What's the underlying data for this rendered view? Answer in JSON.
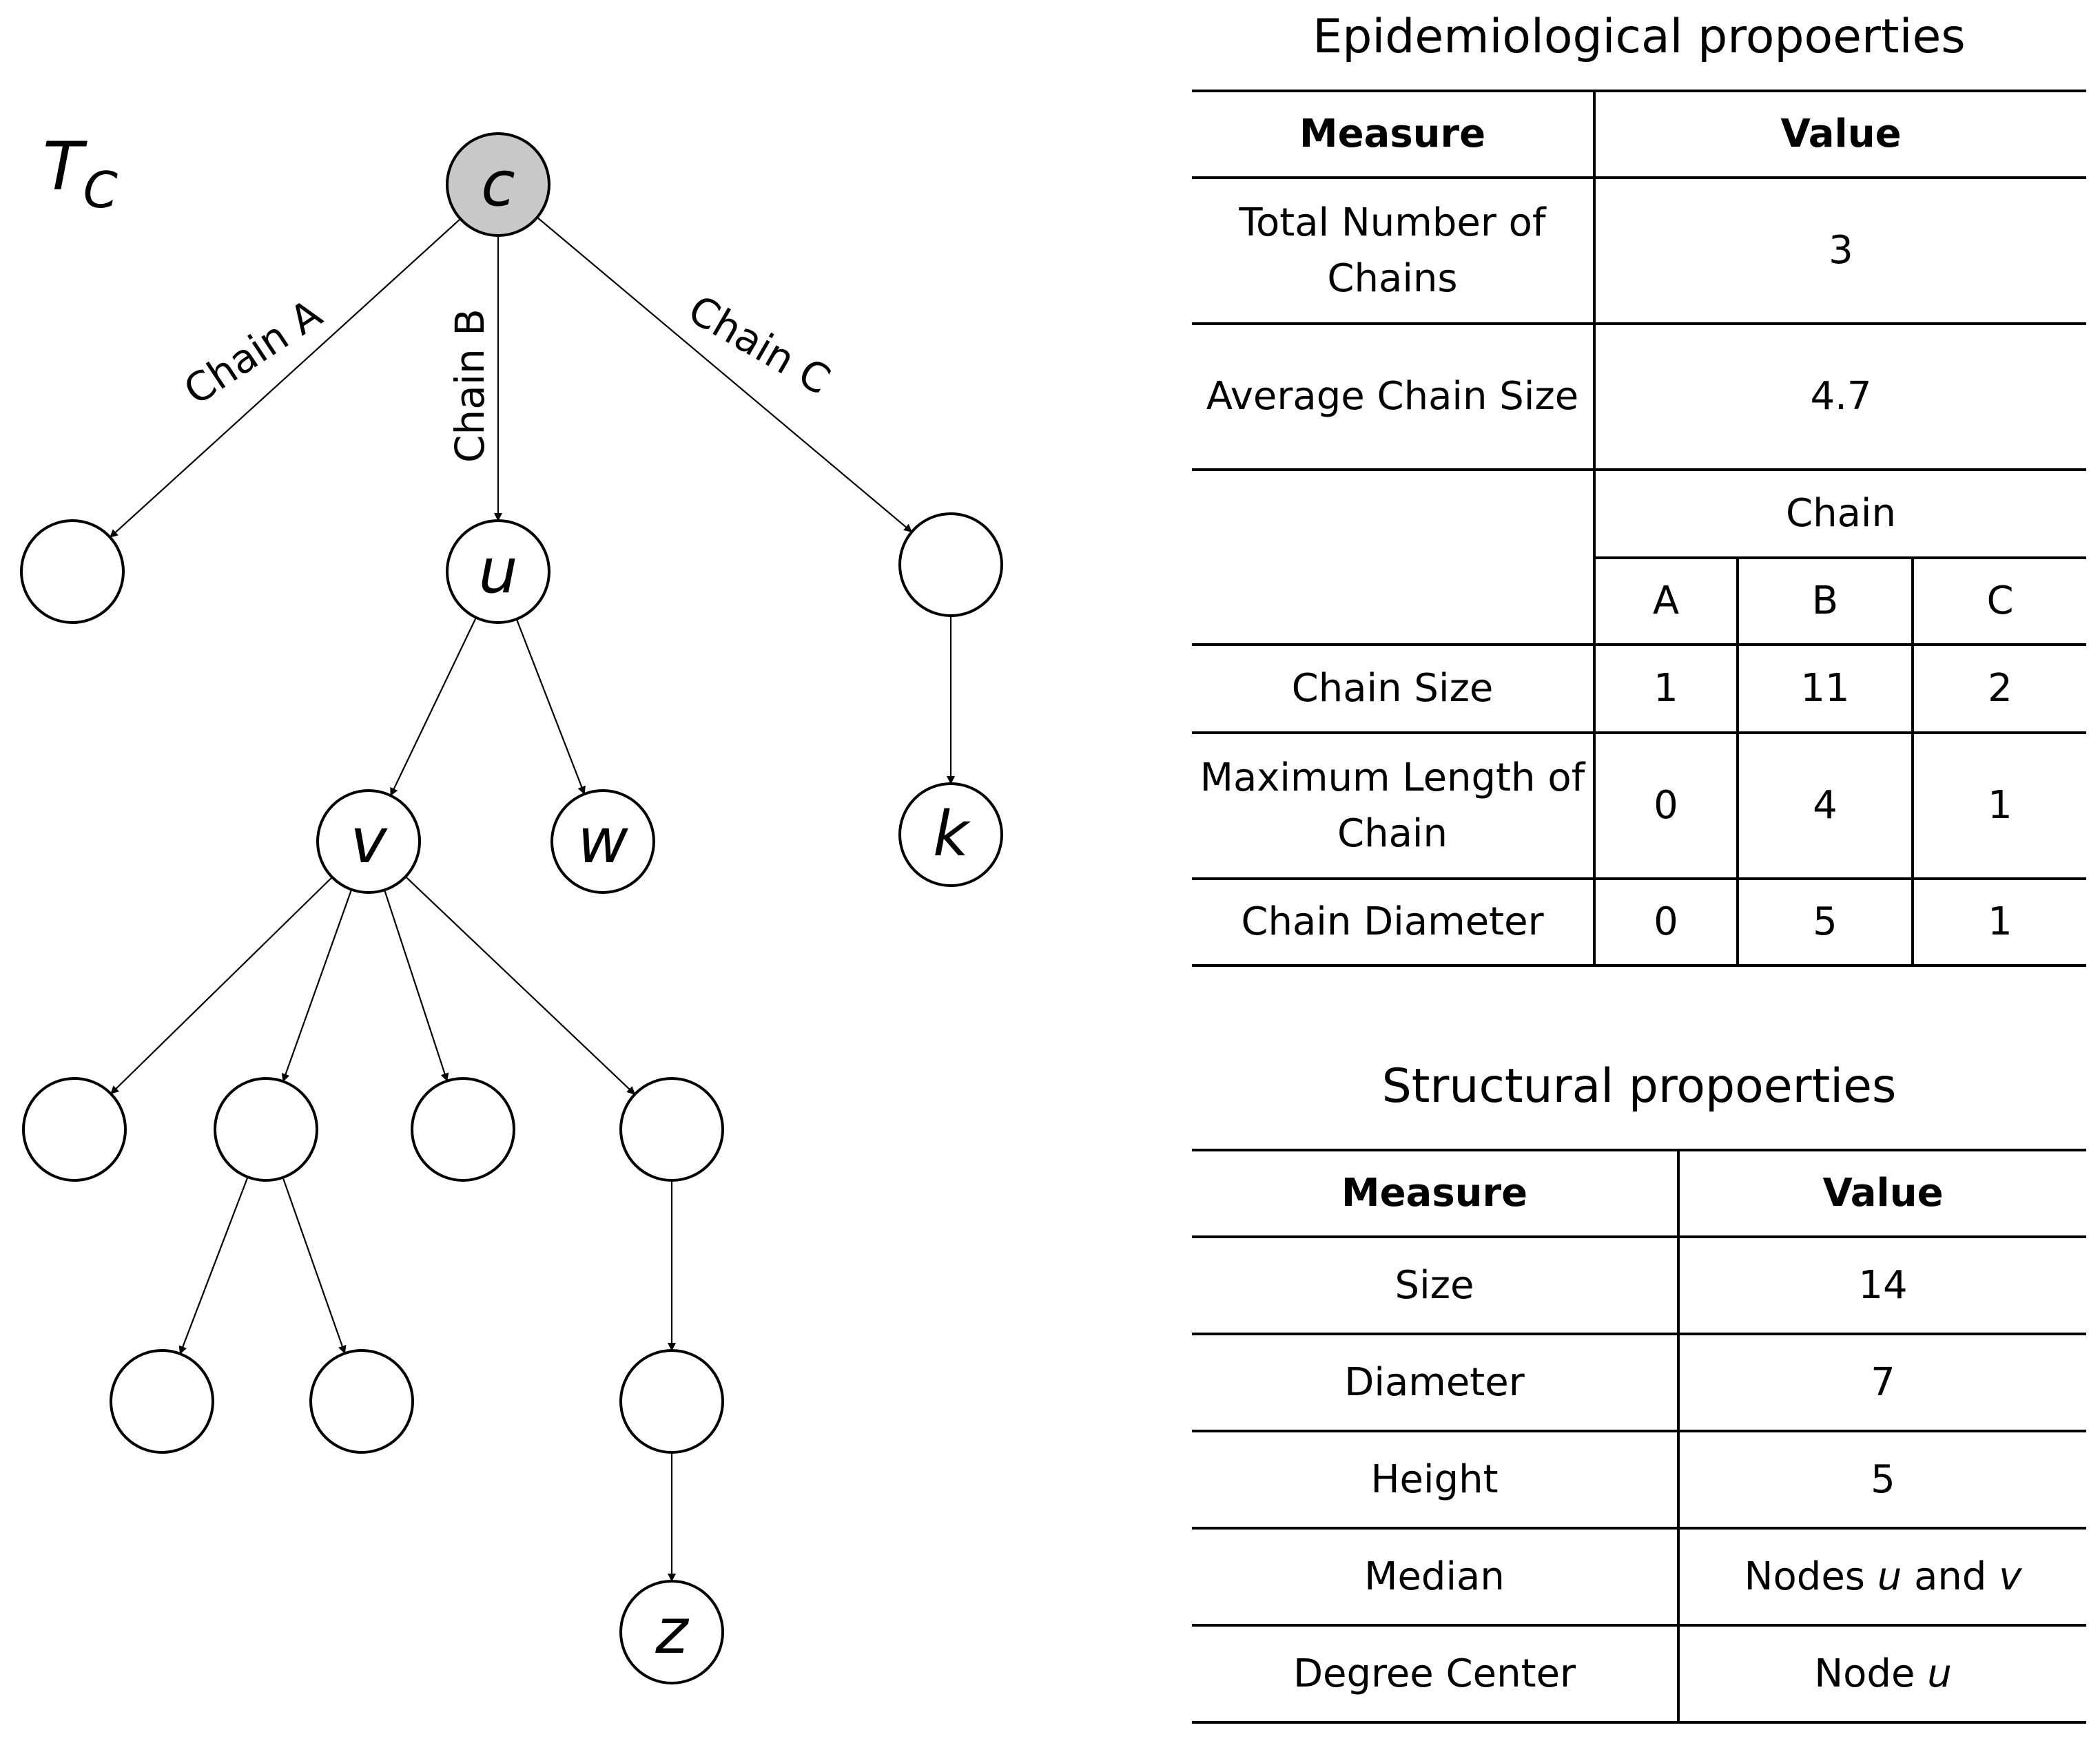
{
  "tree": {
    "title_main": "T",
    "title_sub": "C",
    "nodes": [
      {
        "id": "c",
        "label": "c",
        "root": true
      },
      {
        "id": "a1",
        "label": ""
      },
      {
        "id": "u",
        "label": "u"
      },
      {
        "id": "c1",
        "label": ""
      },
      {
        "id": "v",
        "label": "v"
      },
      {
        "id": "w",
        "label": "w"
      },
      {
        "id": "k",
        "label": "k"
      },
      {
        "id": "v1",
        "label": ""
      },
      {
        "id": "v2",
        "label": ""
      },
      {
        "id": "v3",
        "label": ""
      },
      {
        "id": "v4",
        "label": ""
      },
      {
        "id": "v2a",
        "label": ""
      },
      {
        "id": "v2b",
        "label": ""
      },
      {
        "id": "v4a",
        "label": ""
      },
      {
        "id": "z",
        "label": "z"
      }
    ],
    "edges": [
      {
        "from": "c",
        "to": "a1",
        "label": "Chain A"
      },
      {
        "from": "c",
        "to": "u",
        "label": "Chain B"
      },
      {
        "from": "c",
        "to": "c1",
        "label": "Chain C"
      },
      {
        "from": "u",
        "to": "v"
      },
      {
        "from": "u",
        "to": "w"
      },
      {
        "from": "c1",
        "to": "k"
      },
      {
        "from": "v",
        "to": "v1"
      },
      {
        "from": "v",
        "to": "v2"
      },
      {
        "from": "v",
        "to": "v3"
      },
      {
        "from": "v",
        "to": "v4"
      },
      {
        "from": "v2",
        "to": "v2a"
      },
      {
        "from": "v2",
        "to": "v2b"
      },
      {
        "from": "v4",
        "to": "v4a"
      },
      {
        "from": "v4a",
        "to": "z"
      }
    ]
  },
  "epi": {
    "title": "Epidemiological propoerties",
    "header_measure": "Measure",
    "header_value": "Value",
    "total_chains_label": "Total Number of Chains",
    "total_chains_value": "3",
    "avg_size_label": "Average Chain Size",
    "avg_size_value": "4.7",
    "chain_header": "Chain",
    "chain_cols": [
      "A",
      "B",
      "C"
    ],
    "rows": [
      {
        "label": "Chain Size",
        "values": [
          "1",
          "11",
          "2"
        ]
      },
      {
        "label": "Maximum Length of Chain",
        "values": [
          "0",
          "4",
          "1"
        ]
      },
      {
        "label": "Chain Diameter",
        "values": [
          "0",
          "5",
          "1"
        ]
      }
    ]
  },
  "struct": {
    "title": "Structural propoerties",
    "header_measure": "Measure",
    "header_value": "Value",
    "rows": [
      {
        "label": "Size",
        "value": "14"
      },
      {
        "label": "Diameter",
        "value": "7"
      },
      {
        "label": "Height",
        "value": "5"
      },
      {
        "label": "Median",
        "value_pre": "Nodes ",
        "value_a": "u",
        "value_mid": " and ",
        "value_b": "v"
      },
      {
        "label": "Degree Center",
        "value_pre": "Node ",
        "value_a": "u"
      }
    ]
  }
}
